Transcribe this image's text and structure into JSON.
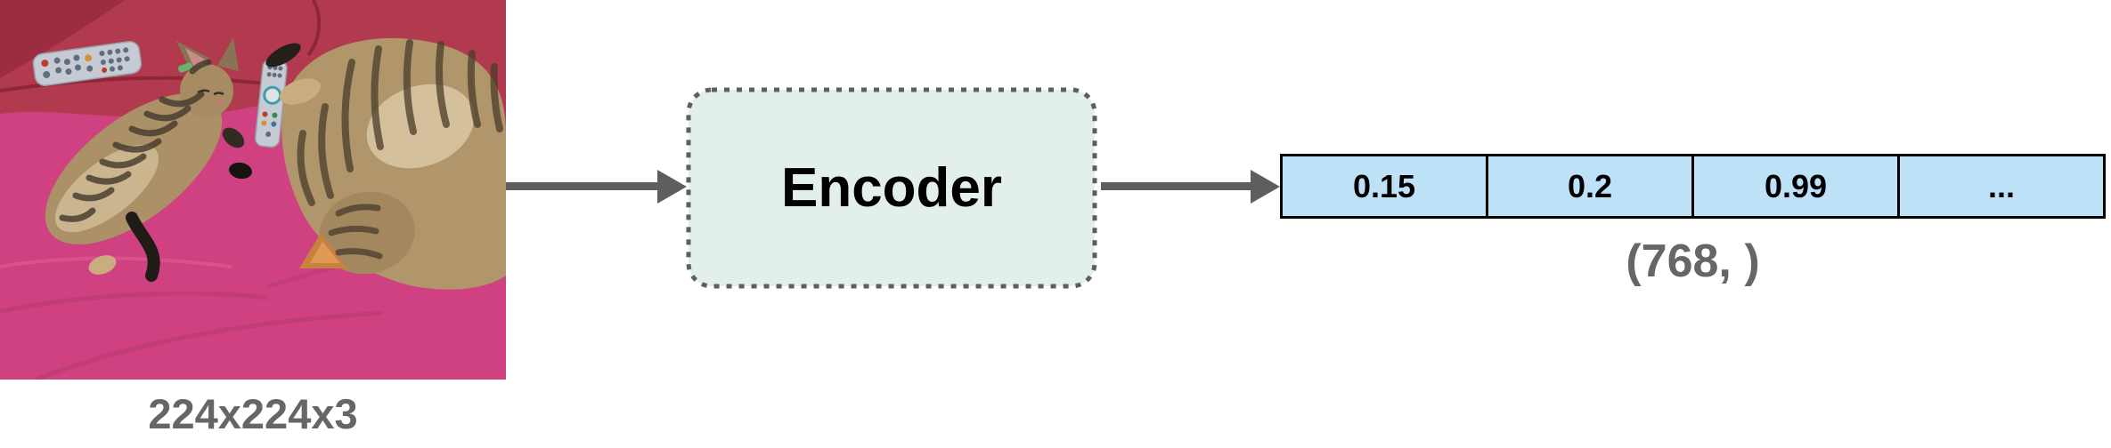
{
  "diagram": {
    "input_image": {
      "label": "224x224x3",
      "description": "Two tabby cats sleeping on a pink blanket on a red couch, with two TV remote controls"
    },
    "encoder": {
      "label": "Encoder"
    },
    "embedding": {
      "cells": [
        "0.15",
        "0.2",
        "0.99",
        "..."
      ],
      "shape_label": "(768, )"
    },
    "colors": {
      "arrow_gray": "#5e5e5e",
      "encoder_fill": "#e3efed",
      "encoder_border": "#5e5e5e",
      "cell_fill": "#bde1f6",
      "cell_border": "#000000",
      "caption_gray": "#666666"
    }
  }
}
